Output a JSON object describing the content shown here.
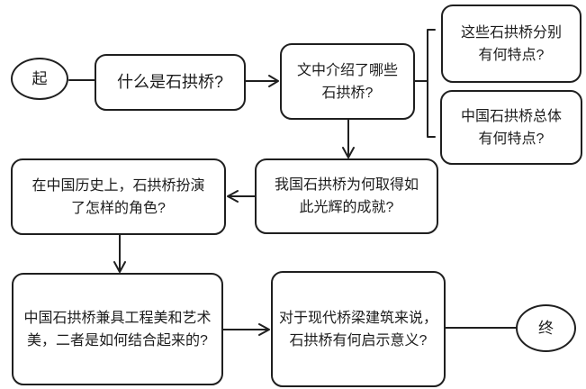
{
  "diagram": {
    "colors": {
      "stroke": "#1f1f1f",
      "text": "#1c1c1c",
      "background": "#ffffff"
    },
    "start": {
      "label": "起"
    },
    "end": {
      "label": "终"
    },
    "nodes": [
      {
        "id": "q1",
        "label": "什么是石拱桥?"
      },
      {
        "id": "q2",
        "label": "文中介绍了哪些\n石拱桥?"
      },
      {
        "id": "q2a",
        "label": "这些石拱桥分别\n有何特点?"
      },
      {
        "id": "q2b",
        "label": "中国石拱桥总体\n有何特点?"
      },
      {
        "id": "q3",
        "label": "我国石拱桥为何取得如\n此光辉的成就?"
      },
      {
        "id": "q4",
        "label": "在中国历史上，石拱桥扮演\n了怎样的角色?"
      },
      {
        "id": "q5",
        "label": "中国石拱桥兼具工程美和艺术\n美，二者是如何结合起来的?"
      },
      {
        "id": "q6",
        "label": "对于现代桥梁建筑来说，\n石拱桥有何启示意义?"
      }
    ],
    "edges": [
      {
        "from": "start",
        "to": "q1",
        "arrow": false
      },
      {
        "from": "q1",
        "to": "q2",
        "arrow": true
      },
      {
        "from": "q2",
        "to": "q2a",
        "arrow": false,
        "via": "bracket"
      },
      {
        "from": "q2",
        "to": "q2b",
        "arrow": false,
        "via": "bracket"
      },
      {
        "from": "q2",
        "to": "q3",
        "arrow": true
      },
      {
        "from": "q3",
        "to": "q4",
        "arrow": true
      },
      {
        "from": "q4",
        "to": "q5",
        "arrow": true
      },
      {
        "from": "q5",
        "to": "q6",
        "arrow": true
      },
      {
        "from": "q6",
        "to": "end",
        "arrow": false
      }
    ]
  }
}
